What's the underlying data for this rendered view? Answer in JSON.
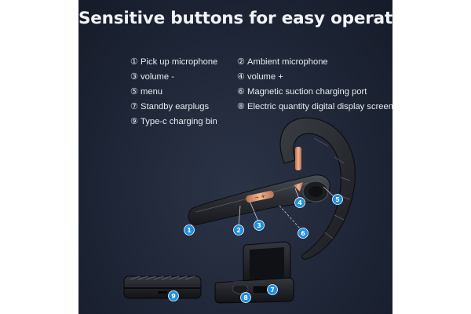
{
  "title": "Sensitive buttons for easy operation",
  "legend": [
    {
      "num": "①",
      "label": "Pick up microphone"
    },
    {
      "num": "②",
      "label": "Ambient microphone"
    },
    {
      "num": "③",
      "label": "volume -"
    },
    {
      "num": "④",
      "label": "volume +"
    },
    {
      "num": "⑤",
      "label": "menu"
    },
    {
      "num": "⑥",
      "label": "Magnetic suction charging port"
    },
    {
      "num": "⑦",
      "label": "Standby earplugs"
    },
    {
      "num": "⑧",
      "label": "Electric quantity digital display screen"
    },
    {
      "num": "⑨",
      "label": "Type-c charging bin"
    }
  ],
  "callouts": [
    "1",
    "2",
    "3",
    "4",
    "5",
    "6",
    "7",
    "8",
    "9"
  ],
  "colors": {
    "background": "#1f2637",
    "badge": "#1e8fe0",
    "accent_copper": "#d99a72",
    "device_body": "#2a2d33"
  }
}
